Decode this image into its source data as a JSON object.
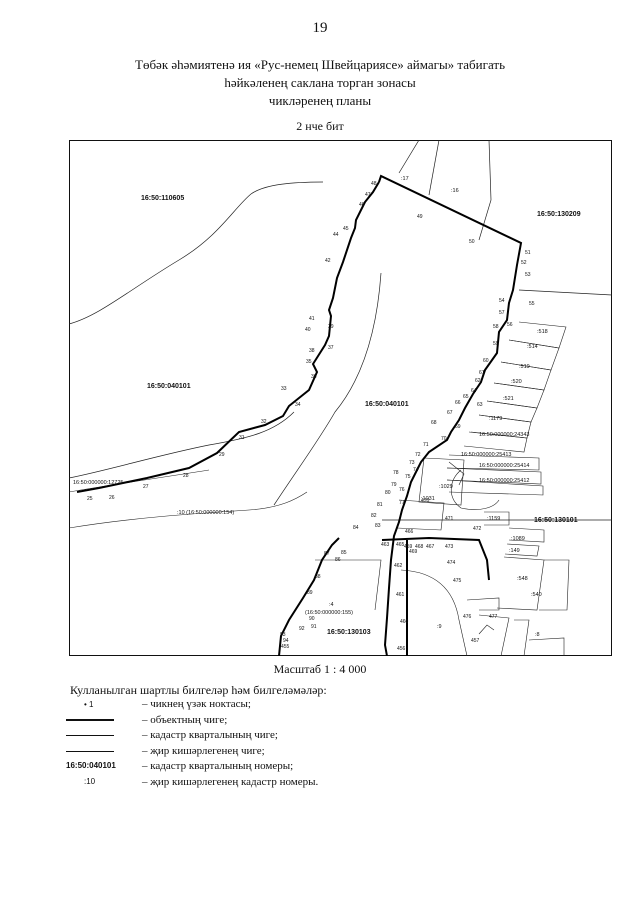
{
  "page_number": "19",
  "title_lines": [
    "Төбәк әһәмиятенә ия «Рус-немец Швейцариясе» аймагы» табигать",
    "һәйкәленең саклана торган зонасы",
    "чикләренең планы"
  ],
  "sheet_label": "2 нче бит",
  "scale": "Масштаб 1 : 4 000",
  "legend": {
    "title": "Кулланылган шартлы билгеләр һәм билгеләмәләр:",
    "items": [
      {
        "symbol": "• 1",
        "text": "– чикнең үзәк ноктасы;"
      },
      {
        "symbol": "",
        "text": "– объектның чиге;"
      },
      {
        "symbol": "",
        "text": "– кадастр кварталының чиге;"
      },
      {
        "symbol": "",
        "text": "– җир кишәрлегенең чиге;"
      },
      {
        "symbol": "16:50:040101",
        "text": "– кадастр кварталының номеры;"
      },
      {
        "symbol": ":10",
        "text": "– җир кишәрлегенең кадастр номеры."
      }
    ]
  },
  "map": {
    "quarters": [
      "16:50:110605",
      "16:50:130209",
      "16:50:040101",
      "16:50:040101",
      "16:50:130101",
      "16:50:130103"
    ],
    "plots": [
      ":518",
      ":514",
      ":519",
      ":520",
      ":521",
      ":1179",
      "16:50:000000:24343",
      "16:50:000000:25413",
      "16:50:000000:25414",
      "16:50:000000:25412",
      "16:50:000000:12725",
      ":10 (16:50:000000:154)",
      ":1029",
      ":1031",
      ":1159",
      ":1089",
      ":149",
      ":548",
      ":540",
      ":4",
      "(16:50:000000:155)",
      ":9",
      ":8",
      ":17",
      ":16"
    ],
    "points": [
      "25",
      "26",
      "27",
      "28",
      "29",
      "31",
      "32",
      "33",
      "34",
      "35",
      "36",
      "37",
      "38",
      "39",
      "40",
      "41",
      "42",
      "44",
      "45",
      "46",
      "47",
      "48",
      "49",
      "50",
      "51",
      "52",
      "53",
      "54",
      "55",
      "56",
      "57",
      "58",
      "59",
      "60",
      "61",
      "62",
      "63",
      "64",
      "65",
      "66",
      "67",
      "68",
      "69",
      "70",
      "71",
      "72",
      "73",
      "74",
      "75",
      "76",
      "77",
      "78",
      "79",
      "80",
      "81",
      "82",
      "83",
      "84",
      "85",
      "86",
      "87",
      "88",
      "89",
      "90",
      "91",
      "92",
      "93",
      "94",
      "455",
      "456",
      "457",
      "459",
      "460",
      "461",
      "462",
      "463",
      "465",
      "466",
      "467",
      "468",
      "469",
      "470",
      "471",
      "472",
      "473",
      "474",
      "475",
      "476",
      "477"
    ]
  }
}
